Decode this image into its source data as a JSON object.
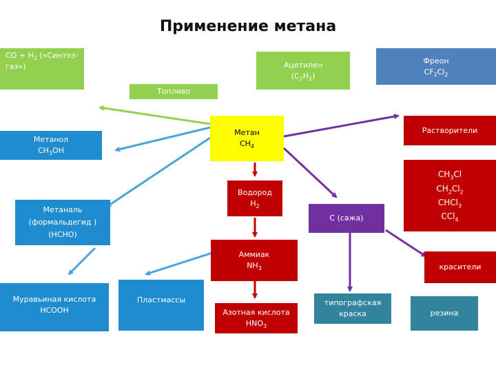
{
  "title": "Применение метана",
  "colors": {
    "lime": "#92d050",
    "blue": "#4f81bd",
    "yellow": "#ffff00",
    "red": "#c00000",
    "purple": "#7030a0",
    "teal": "#31849b"
  },
  "nodes": {
    "syngas": {
      "lines": [
        "CO + H<sub>2</sub>   («Синтез-",
        "газ»)"
      ]
    },
    "acetylene": {
      "lines": [
        "Ацетилен",
        "(C<sub>2</sub>H<sub>2</sub>)"
      ]
    },
    "freon": {
      "lines": [
        "Фреон",
        "CF<sub>2</sub>Cl<sub>2</sub>"
      ]
    },
    "fuel": {
      "lines": [
        "Топливо"
      ]
    },
    "methane": {
      "lines": [
        "Метан",
        "CH<sub>4</sub>"
      ]
    },
    "solvents": {
      "lines": [
        "Растворители"
      ]
    },
    "methanol": {
      "lines": [
        "Метанол",
        "CH<sub>3</sub>OH"
      ]
    },
    "chlorides": {
      "lines": [
        "CH<sub>3</sub>Cl",
        "CH<sub>2</sub>Cl<sub>2</sub>",
        "CHCl<sub>3</sub>",
        "CCl<sub>4</sub>"
      ]
    },
    "hydrogen": {
      "lines": [
        "Водород",
        "H<sub>2</sub>"
      ]
    },
    "methanal": {
      "lines": [
        "Метаналь",
        "(формальдегид  )",
        "(HCHO)"
      ]
    },
    "soot": {
      "lines": [
        "C (сажа)"
      ]
    },
    "ammonia": {
      "lines": [
        "Аммиак",
        "NH<sub>3</sub>"
      ]
    },
    "dyes": {
      "lines": [
        "красители"
      ]
    },
    "formic": {
      "lines": [
        "Муравьиная кислота",
        "HCOOH"
      ]
    },
    "plastics": {
      "lines": [
        "Пластмассы"
      ]
    },
    "nitric": {
      "lines": [
        "Азотная кислота",
        "HNO<sub>3</sub>"
      ]
    },
    "ink": {
      "lines": [
        "типографская",
        "краска"
      ]
    },
    "rubber": {
      "lines": [
        "резина"
      ]
    }
  }
}
